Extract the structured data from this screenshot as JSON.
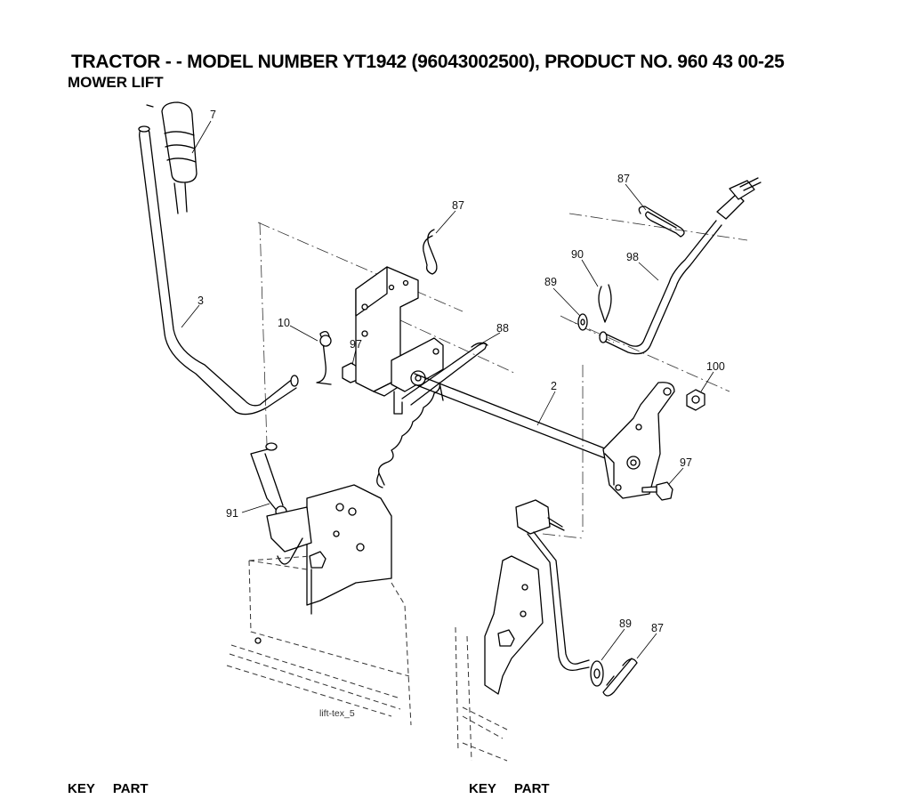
{
  "header": {
    "title": "TRACTOR - - MODEL NUMBER YT1942 (96043002500), PRODUCT NO. 960 43 00-25",
    "subtitle": "MOWER LIFT"
  },
  "diagram": {
    "caption": "lift-tex_5",
    "callouts": {
      "c7": "7",
      "c3": "3",
      "c10": "10",
      "c97a": "97",
      "c87a": "87",
      "c88": "88",
      "c87b": "87",
      "c90": "90",
      "c98": "98",
      "c89a": "89",
      "c2": "2",
      "c100": "100",
      "c97b": "97",
      "c91": "91",
      "c89b": "89",
      "c87c": "87"
    }
  },
  "footer": {
    "left": {
      "key": "KEY",
      "part": "PART"
    },
    "right": {
      "key": "KEY",
      "part": "PART"
    }
  }
}
